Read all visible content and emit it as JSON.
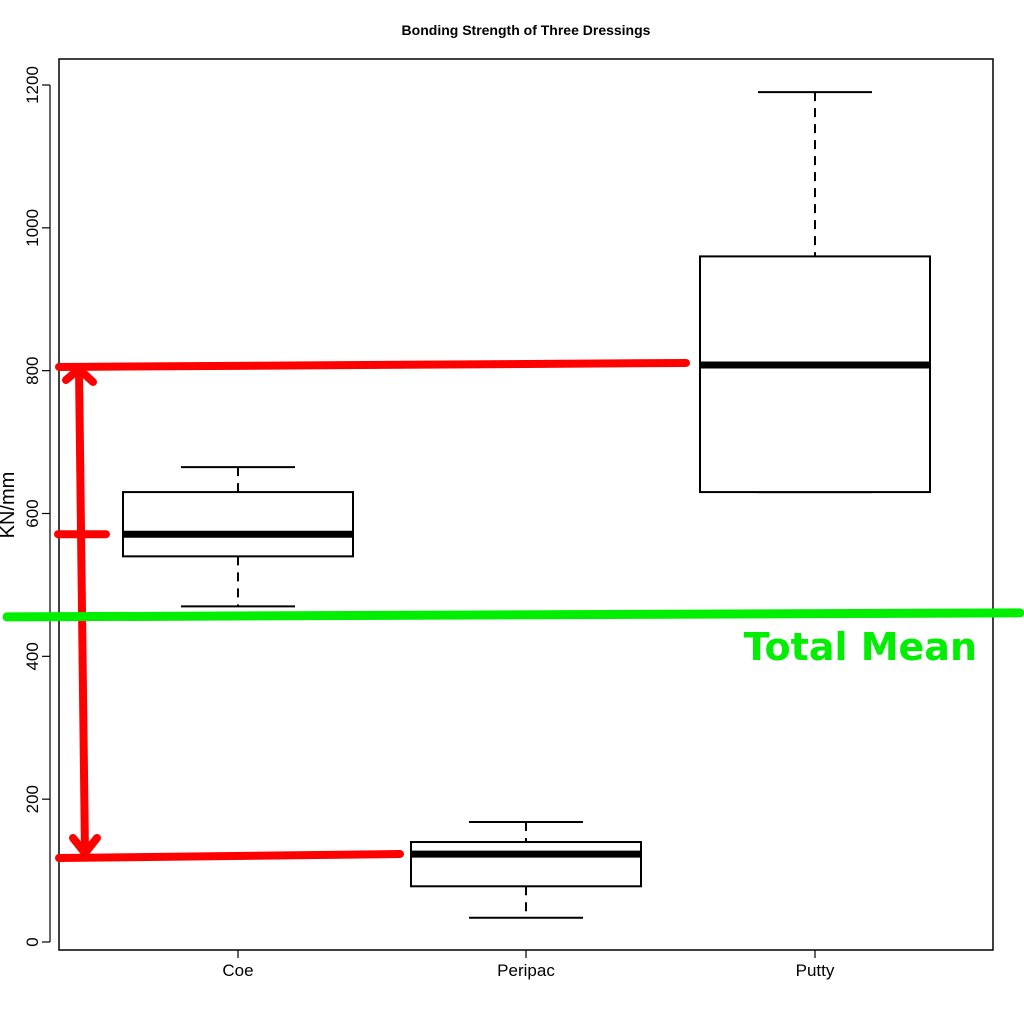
{
  "chart_data": {
    "type": "boxplot",
    "title": "Bonding Strength of Three Dressings",
    "xlabel": "",
    "ylabel": "KN/mm",
    "ylim": [
      0,
      1240
    ],
    "yticks": [
      0,
      200,
      400,
      600,
      800,
      1000,
      1200
    ],
    "grid": false,
    "categories": [
      "Coe",
      "Peripac",
      "Putty"
    ],
    "boxes": [
      {
        "category": "Coe",
        "whisker_low": 470,
        "q1": 540,
        "median": 571,
        "q3": 630,
        "whisker_high": 665
      },
      {
        "category": "Peripac",
        "whisker_low": 34,
        "q1": 78,
        "median": 123,
        "q3": 140,
        "whisker_high": 168
      },
      {
        "category": "Putty",
        "whisker_low": 630,
        "q1": 630,
        "median": 808,
        "q3": 960,
        "whisker_high": 1190
      }
    ],
    "annotations": {
      "total_mean": {
        "label": "Total Mean",
        "value": 458,
        "color": "#00ee00"
      },
      "group_mean_markers": {
        "values": [
          808,
          571,
          119
        ],
        "color": "#ff0000"
      }
    }
  }
}
